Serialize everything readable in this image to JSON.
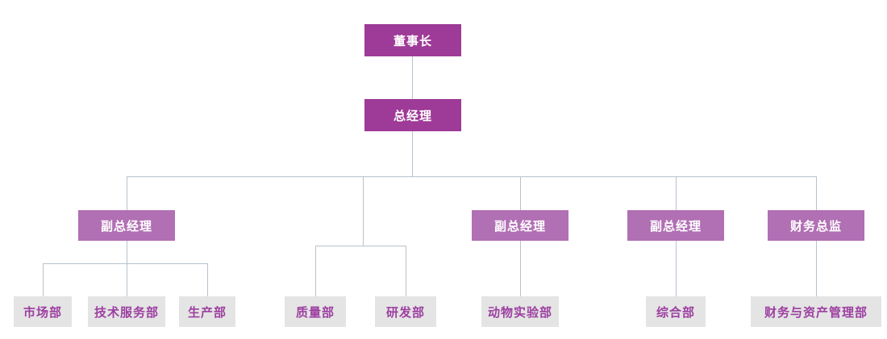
{
  "colors": {
    "level1_fill": "#9E3A97",
    "level1_text": "#FFFFFF",
    "level2_fill": "#B16FB4",
    "level2_text": "#FFFFFF",
    "leaf_fill": "#E4E4E4",
    "leaf_text": "#9C3FA0",
    "line": "#B7C2CC"
  },
  "nodes": {
    "chairman": {
      "label": "董事长"
    },
    "general_manager": {
      "label": "总经理"
    },
    "deputy_gm_1": {
      "label": "副总经理"
    },
    "deputy_gm_2": {
      "label": "副总经理"
    },
    "deputy_gm_3": {
      "label": "副总经理"
    },
    "finance_director": {
      "label": "财务总监"
    },
    "marketing": {
      "label": "市场部"
    },
    "tech_service": {
      "label": "技术服务部"
    },
    "production": {
      "label": "生产部"
    },
    "quality": {
      "label": "质量部"
    },
    "rnd": {
      "label": "研发部"
    },
    "animal_lab": {
      "label": "动物实验部"
    },
    "general_affairs": {
      "label": "综合部"
    },
    "finance_asset": {
      "label": "财务与资产管理部"
    }
  },
  "hierarchy": {
    "root": "chairman",
    "edges": [
      [
        "chairman",
        "general_manager"
      ],
      [
        "general_manager",
        "deputy_gm_1"
      ],
      [
        "general_manager",
        "quality"
      ],
      [
        "general_manager",
        "rnd"
      ],
      [
        "general_manager",
        "deputy_gm_2"
      ],
      [
        "general_manager",
        "deputy_gm_3"
      ],
      [
        "general_manager",
        "finance_director"
      ],
      [
        "deputy_gm_1",
        "marketing"
      ],
      [
        "deputy_gm_1",
        "tech_service"
      ],
      [
        "deputy_gm_1",
        "production"
      ],
      [
        "deputy_gm_2",
        "animal_lab"
      ],
      [
        "deputy_gm_3",
        "general_affairs"
      ],
      [
        "finance_director",
        "finance_asset"
      ]
    ]
  }
}
